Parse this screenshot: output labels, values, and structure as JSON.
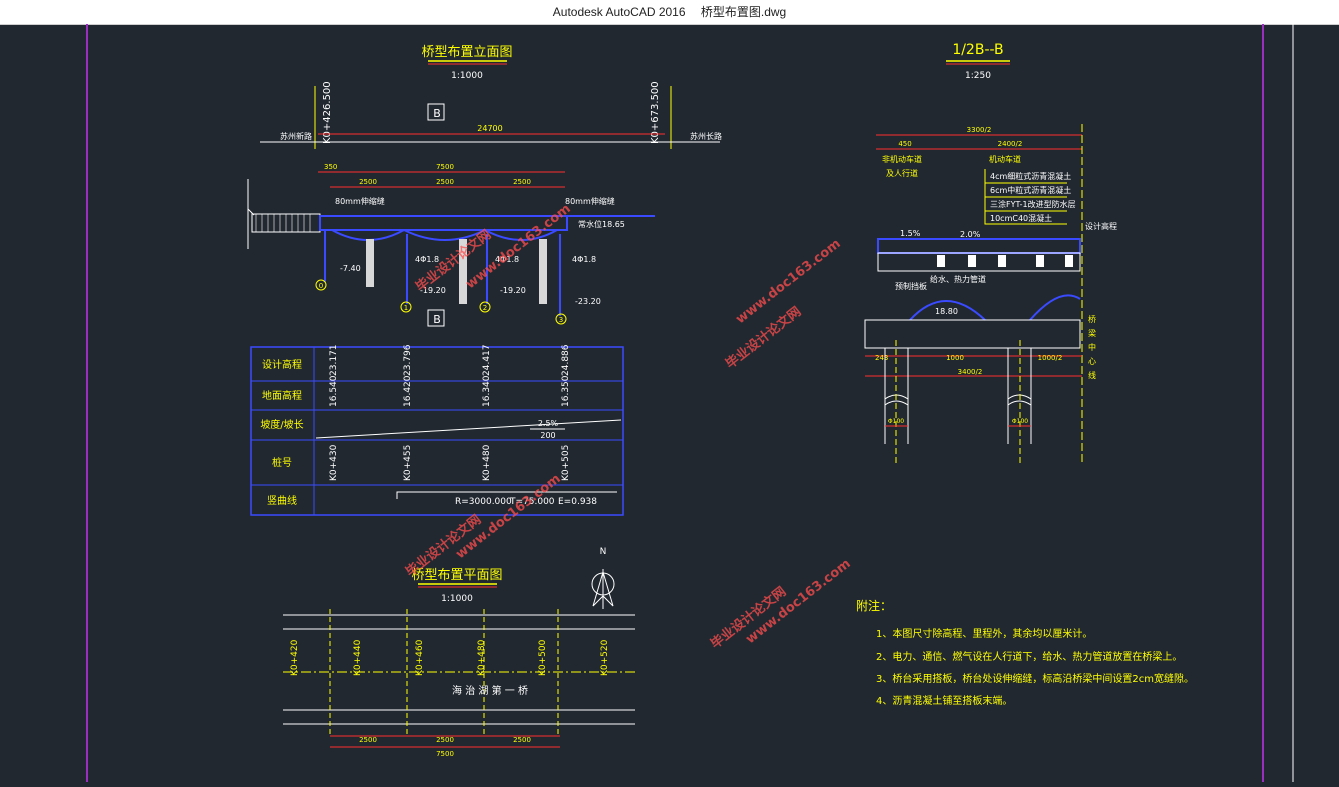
{
  "window": {
    "app_title": "Autodesk AutoCAD 2016",
    "file_name": "桥型布置图.dwg"
  },
  "colors": {
    "background": "#212830",
    "frame": "#9b30c0",
    "annotation": "#ffff00",
    "outline": "#3a4bff",
    "text": "#ffffff"
  },
  "elevation": {
    "title": "桥型布置立面图",
    "scale": "1:1000",
    "station_left": "K0+426.500",
    "station_right": "K0+673.500",
    "road_left": "苏州新路",
    "road_right": "苏州长路",
    "total_length": "24700",
    "span_total": "7500",
    "span_left_offset": "350",
    "spans": [
      "2500",
      "2500",
      "2500"
    ],
    "joint_left": "80mm伸缩缝",
    "joint_right": "80mm伸缩缝",
    "water_level": "常水位18.65",
    "pile_labels": [
      "4Φ1.8",
      "4Φ1.8",
      "4Φ1.8"
    ],
    "pile_elevations": [
      "-7.40",
      "-19.20",
      "-19.20",
      "-23.20"
    ],
    "pier_numbers": [
      "0",
      "1",
      "2",
      "3"
    ],
    "section_mark": "B"
  },
  "profile_table": {
    "rows": [
      {
        "label": "设计高程",
        "values": [
          "23.171",
          "23.796",
          "24.417",
          "24.886"
        ]
      },
      {
        "label": "地面高程",
        "values": [
          "16.540",
          "16.420",
          "16.340",
          "16.350"
        ]
      },
      {
        "label": "坡度/坡长",
        "values": [
          "2.5%",
          "200"
        ]
      },
      {
        "label": "桩号",
        "values": [
          "K0+430",
          "K0+455",
          "K0+480",
          "K0+505"
        ]
      },
      {
        "label": "竖曲线",
        "values": [
          "R=3000.000",
          "T=75.000",
          "E=0.938"
        ]
      }
    ]
  },
  "section": {
    "title": "1/2B--B",
    "scale": "1:250",
    "widths": [
      "3300/2",
      "450",
      "2400/2"
    ],
    "lane_left": "非机动车道",
    "lane_left2": "及人行道",
    "lane_right": "机动车道",
    "layers": [
      "4cm细粒式沥青混凝土",
      "6cm中粒式沥青混凝土",
      "三涂FYT-1改进型防水层",
      "10cmC40混凝土"
    ],
    "design_line": "设计高程",
    "slope_left": "1.5%",
    "slope_right": "2.0%",
    "pipe_label": "给水、热力管道",
    "side_label": "预制挡板",
    "elev": "18.80",
    "bottom_dims": [
      "243",
      "1000",
      "1000/2",
      "3400/2"
    ],
    "center_label": [
      "桥",
      "梁",
      "中",
      "心",
      "线"
    ],
    "pile_dia": [
      "Φ100",
      "Φ100"
    ]
  },
  "plan": {
    "title": "桥型布置平面图",
    "scale": "1:1000",
    "stations": [
      "K0+420",
      "K0+440",
      "K0+460",
      "K0+480",
      "K0+500",
      "K0+520"
    ],
    "center_text": "海 治 湖 第 一 桥",
    "dims": [
      "2500",
      "2500",
      "2500"
    ],
    "total": "7500",
    "north": "N"
  },
  "notes": {
    "heading": "附注：",
    "items": [
      "1、本图尺寸除高程、里程外，其余均以厘米计。",
      "2、电力、通信、燃气设在人行道下，给水、热力管道放置在桥梁上。",
      "3、桥台采用搭板，桥台处设伸缩缝，标高沿桥梁中间设置2cm宽缝隙。",
      "4、沥青混凝土铺至搭板末端。"
    ]
  },
  "watermark": {
    "cn": "毕业设计论文网",
    "url": "www.doc163.com"
  }
}
